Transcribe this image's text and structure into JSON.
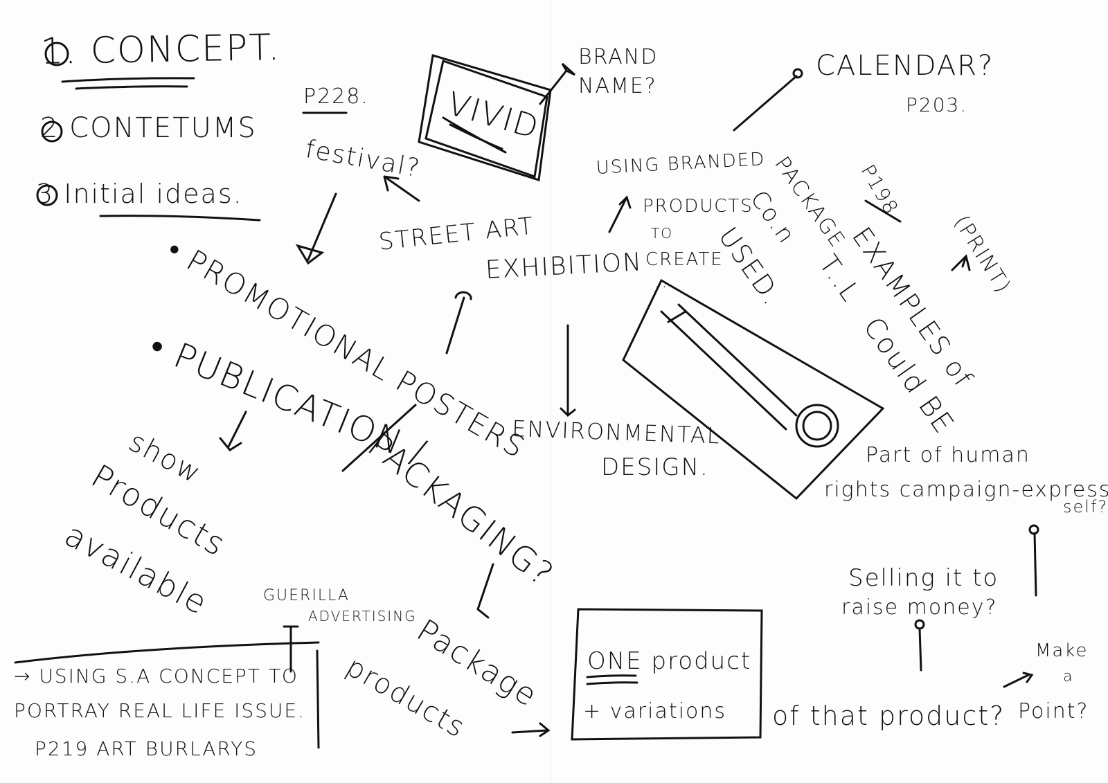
{
  "list": {
    "item1": "1. CONCEPT.",
    "item2": "2 CONTETUMS",
    "item3": "3 Initial ideas."
  },
  "notes": {
    "p228": "P228.",
    "festival": "festival?",
    "vivid": "VIVID",
    "brand_name": "BRAND NAME?",
    "calendar": "CALENDAR?",
    "p203": "P203.",
    "using_branded_1": "USING BRANDED",
    "using_branded_2": "PRODUCTS",
    "using_branded_3": "TO",
    "using_branded_4": "CREATE",
    "using_branded_5": "...",
    "package": "PACKAGE",
    "p198": "P198",
    "can": "Co.n",
    "tool": "T..L",
    "examples_of": "EXAMPLES of",
    "could_be": "Could BE",
    "used": "USED.",
    "print": "(PRINT)",
    "street_art": "STREET ART",
    "exhibition": "EXHIBITION",
    "promotional_posters": "• PROMOTIONAL POSTERS",
    "publication": "• PUBLICATION /",
    "packaging": "PACKAGING?",
    "show": "show",
    "products": "Products",
    "available": "available",
    "environmental": "ENVIRONMENTAL",
    "design": "DESIGN.",
    "human_rights_1": "Part of human",
    "human_rights_2": "rights campaign-express",
    "self": "self?",
    "selling_1": "Selling it to",
    "selling_2": "raise money?",
    "one_product_1": "ONE product",
    "one_product_2": "+ variations",
    "of_that_product": "of that product?",
    "make_1": "Make",
    "make_2": "a",
    "make_3": "Point?",
    "package_word": "Package",
    "products_word": "products",
    "guerilla_1": "GUERILLA",
    "guerilla_2": "ADVERTISING",
    "sa_1": "→ USING S.A CONCEPT TO",
    "sa_2": "PORTRAY REAL LIFE ISSUE.",
    "sa_3": "P219 ART BURLARYS"
  }
}
